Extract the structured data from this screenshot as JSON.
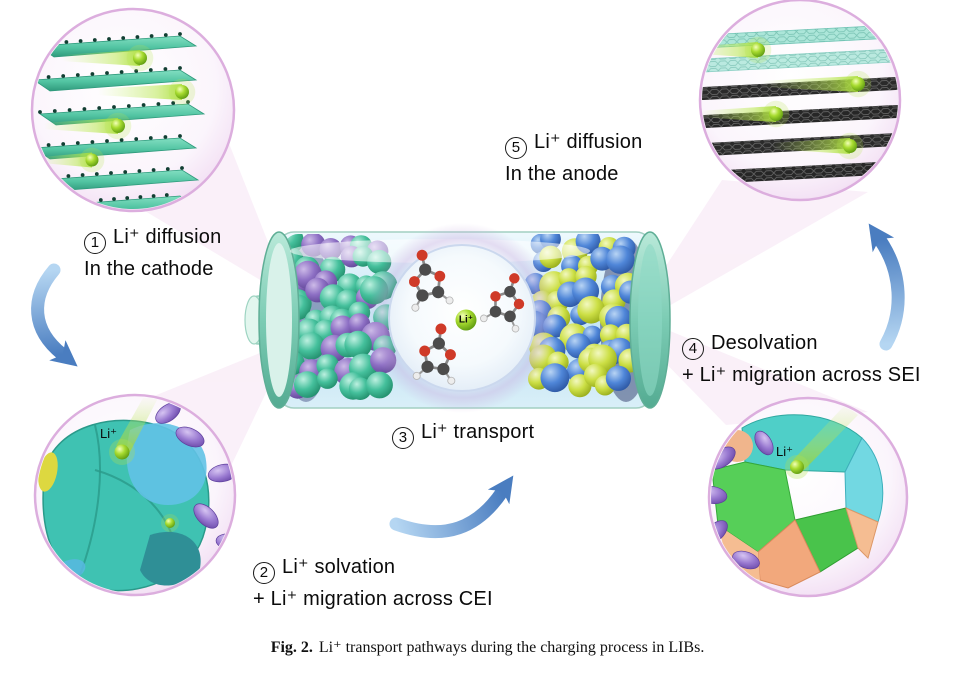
{
  "steps": {
    "s1": {
      "num": "1",
      "line1": "Li⁺ diffusion",
      "line2": "In the cathode"
    },
    "s2": {
      "num": "2",
      "line1": "Li⁺ solvation",
      "line2": "+ Li⁺ migration across CEI"
    },
    "s3": {
      "num": "3",
      "line1": "Li⁺ transport"
    },
    "s4": {
      "num": "4",
      "line1": "Desolvation",
      "line2": "+ Li⁺ migration across SEI"
    },
    "s5": {
      "num": "5",
      "line1": "Li⁺ diffusion",
      "line2": "In the anode"
    }
  },
  "ion_labels": {
    "cei": "Li⁺",
    "electrolyte": "Li⁺",
    "sei": "Li⁺"
  },
  "caption": {
    "tag": "Fig. 2.",
    "text": "Li⁺ transport pathways during the charging process in LIBs."
  },
  "colors": {
    "bubble_rim": "#dcaede",
    "cathode_purple": "#8d6fc4",
    "cathode_green": "#45c09c",
    "anode_blue": "#4f86d8",
    "anode_yellow": "#ccdf45",
    "ion_green": "#a8dc30",
    "arrow_blue": "#4a7dc0",
    "battery_teal": "#7cccb4",
    "electrolyte_oxygen_red": "#cf3a28"
  }
}
